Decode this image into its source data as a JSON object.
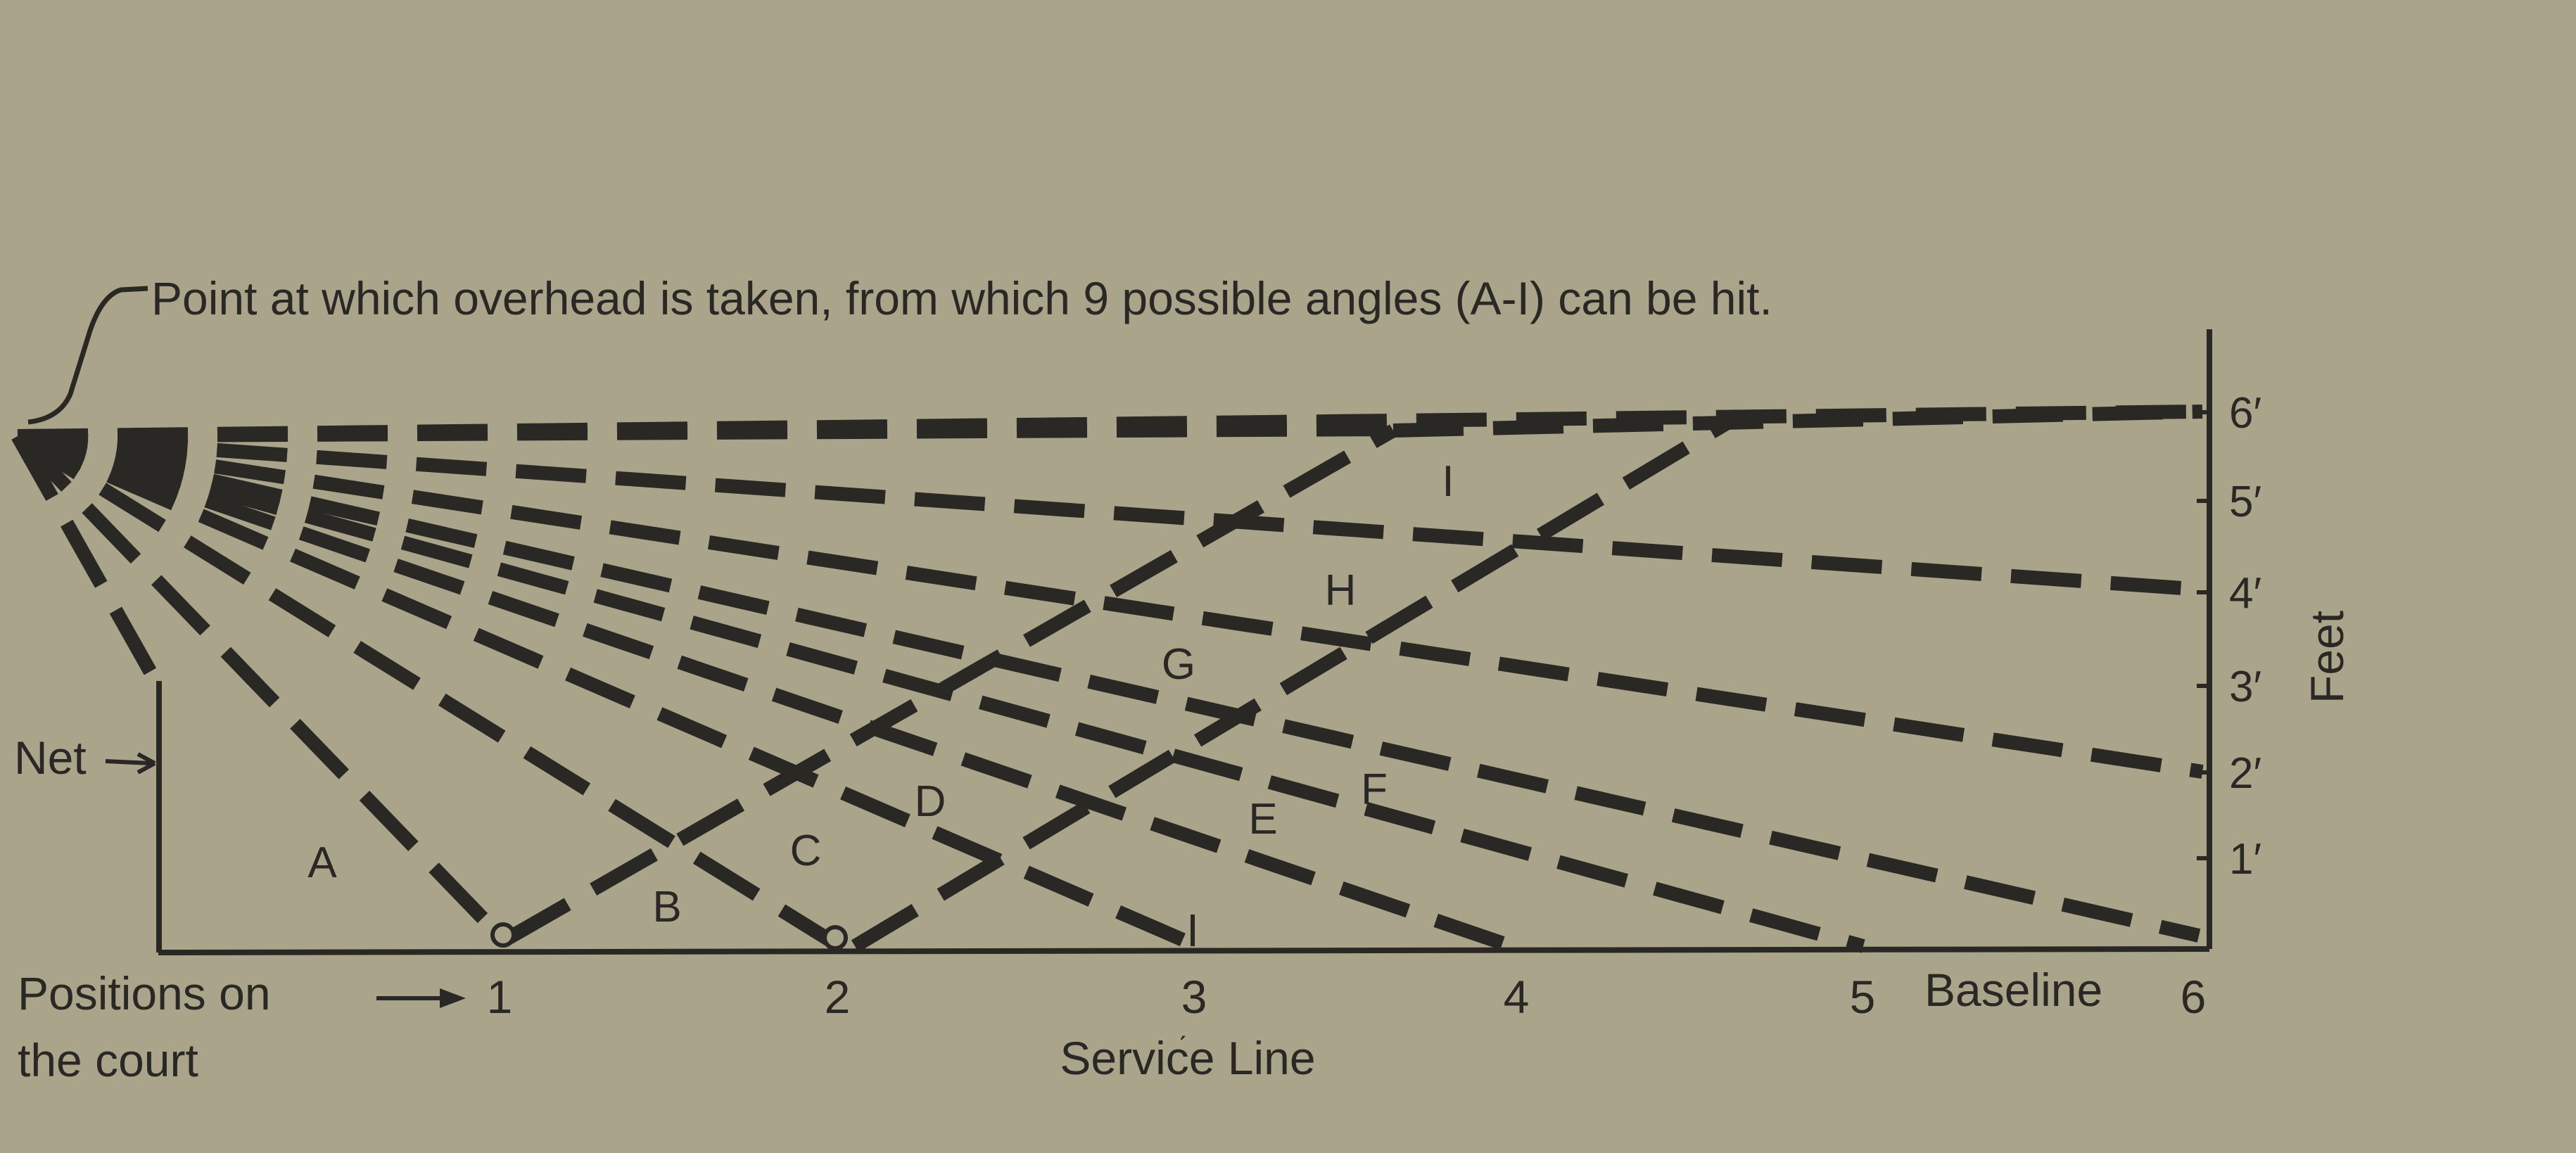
{
  "title": "Point at which overhead is taken, from which 9 possible angles (A-I) can be hit.",
  "net_label": "Net",
  "positions_label": [
    "Positions on",
    "the court"
  ],
  "service_line_label": "Service Line",
  "baseline_label": "Baseline",
  "axis_label": "Feet",
  "court_positions": [
    "1",
    "2",
    "3",
    "4",
    "5",
    "6"
  ],
  "feet_ticks": [
    "1′",
    "2′",
    "3′",
    "4′",
    "5′",
    "6′"
  ],
  "angle_labels": [
    "A",
    "B",
    "C",
    "D",
    "E",
    "F",
    "G",
    "H",
    "I"
  ],
  "colors": {
    "background": "#aaa58a",
    "ink": "#2a2824"
  }
}
